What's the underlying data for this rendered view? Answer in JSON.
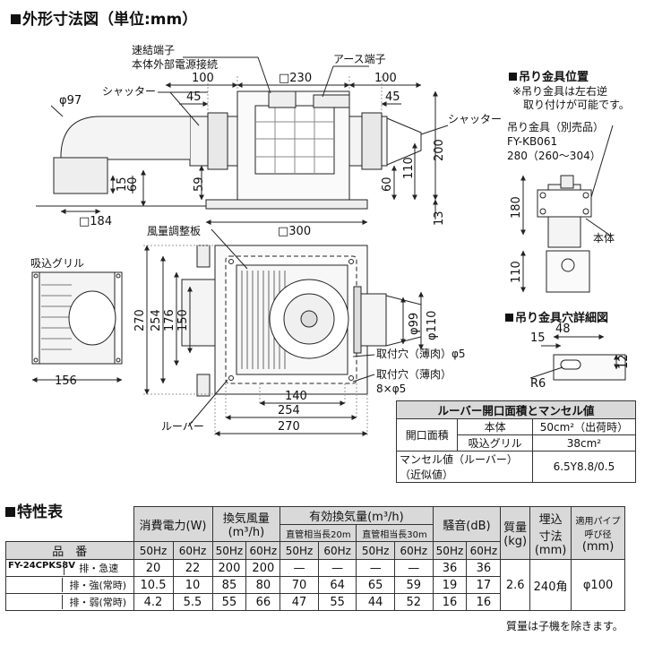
{
  "page": {
    "main_heading": "外形寸法図（単位:mm）",
    "hanger_heading": "吊り金具位置",
    "hanger_note_1": "※吊り金具は左右逆",
    "hanger_note_2": "取り付けが可能です。",
    "hole_heading": "吊り金具穴詳細図",
    "spec_heading": "特性表"
  },
  "drawing_labels": {
    "quick_terminal": "速結端子",
    "power_conn": "本体外部電源接続",
    "earth_terminal": "アース端子",
    "shutter_left": "シャッター",
    "shutter_right": "シャッター",
    "damper": "風量調整板",
    "intake_grille": "吸込グリル",
    "louver": "ルーバー",
    "mount_hole_1": "取付穴（薄肉）φ5",
    "mount_hole_2a": "取付穴（薄肉）",
    "mount_hole_2b": "8×φ5",
    "hanger_part": "吊り金具（別売品）",
    "hanger_model": "FY-KB061",
    "hanger_length": "280（260〜304）",
    "body": "本体"
  },
  "dims": {
    "top_100_left": "100",
    "top_230": "□230",
    "top_100_right": "100",
    "d97": "φ97",
    "d45_left": "45",
    "d45_right": "45",
    "d60_left": "60",
    "d59": "59",
    "d60_right": "60",
    "d110": "110",
    "d200": "200",
    "d184": "□184",
    "d15": "15",
    "d300": "□300",
    "d13": "13",
    "d150": "150",
    "d176": "176",
    "d254_v": "254",
    "d270_v": "270",
    "d156": "156",
    "d99": "φ99",
    "d110_dia": "φ110",
    "d140": "140",
    "d254_h": "254",
    "d270_h": "270",
    "d180": "180",
    "d110_h": "110",
    "d15_h": "15",
    "d48": "48",
    "d12": "12",
    "r6": "R6"
  },
  "louver_table": {
    "caption": "ルーバー開口面積とマンセル値",
    "area_label": "開口面積",
    "body_label": "本体",
    "body_value": "50cm²（出荷時）",
    "grille_label": "吸込グリル",
    "grille_value": "38cm²",
    "munsell_label_1": "マンセル値（ルーバー）",
    "munsell_label_2": "（近似値）",
    "munsell_value": "6.5Y8.8/0.5"
  },
  "spec_table": {
    "col_power": "消費電力(W)",
    "col_airflow": "換気風量",
    "col_airflow_unit": "(m³/h)",
    "col_effective": "有効換気量(m³/h)",
    "col_eff_20": "直管相当長20m",
    "col_eff_30": "直管相当長30m",
    "col_noise": "騒音(dB)",
    "col_mass": "質量",
    "col_mass_unit": "(kg)",
    "col_size": "埋込",
    "col_size_2": "寸法",
    "col_size_unit": "(mm)",
    "col_duct": "適用パイプ",
    "col_duct_2": "呼び径",
    "col_duct_unit": "(mm)",
    "product_label": "品　番",
    "hz": [
      "50Hz",
      "60Hz",
      "50Hz",
      "60Hz",
      "50Hz",
      "60Hz",
      "50Hz",
      "60Hz",
      "50Hz",
      "60Hz"
    ],
    "model": "FY-24CPKS8V",
    "rows": [
      {
        "mode": "排・急速",
        "values": [
          "20",
          "22",
          "200",
          "200",
          "—",
          "—",
          "—",
          "—",
          "36",
          "36"
        ]
      },
      {
        "mode": "排・強(常時)",
        "values": [
          "10.5",
          "10",
          "85",
          "80",
          "70",
          "64",
          "65",
          "59",
          "19",
          "17"
        ]
      },
      {
        "mode": "排・弱(常時)",
        "values": [
          "4.2",
          "5.5",
          "55",
          "66",
          "47",
          "55",
          "44",
          "52",
          "16",
          "16"
        ]
      }
    ],
    "mass": "2.6",
    "size": "240角",
    "duct": "φ100",
    "footnote": "質量は子機を除きます。"
  },
  "colors": {
    "line": "#222222",
    "header_fill": "#d9d9d9",
    "grille_fill": "#f4f4f4"
  }
}
